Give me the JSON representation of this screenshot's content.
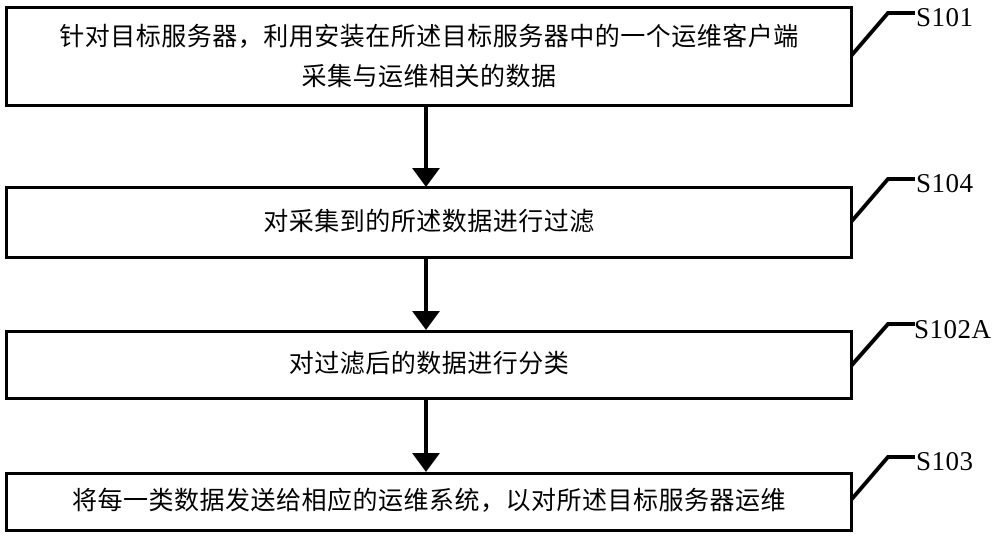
{
  "diagram": {
    "type": "flowchart",
    "orientation": "vertical",
    "language": "zh-CN",
    "colors": {
      "stroke": "#000000",
      "fill": "#ffffff",
      "text": "#000000"
    },
    "nodes": [
      {
        "id": "S101",
        "label": "S101",
        "text": "针对目标服务器，利用安装在所述目标服务器中的一个运维客户端\n采集与运维相关的数据"
      },
      {
        "id": "S104",
        "label": "S104",
        "text": "对采集到的所述数据进行过滤"
      },
      {
        "id": "S102A",
        "label": "S102A",
        "text": "对过滤后的数据进行分类"
      },
      {
        "id": "S103",
        "label": "S103",
        "text": "将每一类数据发送给相应的运维系统，以对所述目标服务器运维"
      }
    ],
    "edges": [
      {
        "from": "S101",
        "to": "S104",
        "style": "arrow-down"
      },
      {
        "from": "S104",
        "to": "S102A",
        "style": "arrow-down"
      },
      {
        "from": "S102A",
        "to": "S103",
        "style": "arrow-down"
      }
    ]
  }
}
